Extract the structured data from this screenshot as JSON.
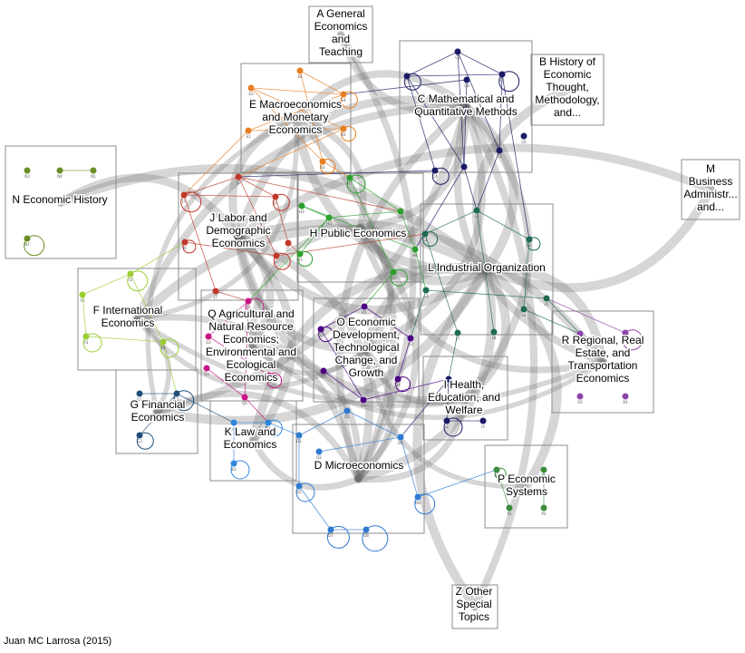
{
  "groups": [
    {
      "id": "A",
      "name": "A General Economics and Teaching",
      "lines": [
        "A General",
        "Economics",
        "and",
        "Teaching"
      ],
      "color": "#d4a017"
    },
    {
      "id": "B",
      "name": "B History of Economic Thought, Methodology, and...",
      "lines": [
        "B History of",
        "Economic",
        "Thought,",
        "Methodology,",
        "and..."
      ],
      "color": "#7a3fbf"
    },
    {
      "id": "C",
      "name": "C Mathematical and Quantitative Methods",
      "lines": [
        "C Mathematical and",
        "Quantitative Methods"
      ],
      "color": "#1a1a66"
    },
    {
      "id": "D",
      "name": "D Microeconomics",
      "lines": [
        "D Microeconomics"
      ],
      "color": "#2e7ad1"
    },
    {
      "id": "E",
      "name": "E Macroeconomics and Monetary Economics",
      "lines": [
        "E Macroeconomics",
        "and Monetary",
        "Economics"
      ],
      "color": "#e67e22"
    },
    {
      "id": "F",
      "name": "F International Economics",
      "lines": [
        "F International",
        "Economics"
      ],
      "color": "#9acd32"
    },
    {
      "id": "G",
      "name": "G Financial Economics",
      "lines": [
        "G Financial",
        "Economics"
      ],
      "color": "#1f4e79"
    },
    {
      "id": "H",
      "name": "H Public Economics",
      "lines": [
        "H Public Economics"
      ],
      "color": "#2ca02c"
    },
    {
      "id": "I",
      "name": "I Health, Education, and Welfare",
      "lines": [
        "I Health,",
        "Education, and",
        "Welfare"
      ],
      "color": "#1a1a66"
    },
    {
      "id": "J",
      "name": "J Labor and Demographic Economics",
      "lines": [
        "J Labor and",
        "Demographic",
        "Economics"
      ],
      "color": "#c0392b"
    },
    {
      "id": "K",
      "name": "K Law and Economics",
      "lines": [
        "K Law and",
        "Economics"
      ],
      "color": "#2e86de"
    },
    {
      "id": "L",
      "name": "L Industrial Organization",
      "lines": [
        "L Industrial Organization"
      ],
      "color": "#1e6b52"
    },
    {
      "id": "M",
      "name": "M Business Administr... and...",
      "lines": [
        "M",
        "Business",
        "Administr...",
        "and..."
      ],
      "color": "#888888"
    },
    {
      "id": "N",
      "name": "N Economic History",
      "lines": [
        "N Economic History"
      ],
      "color": "#6b8e23"
    },
    {
      "id": "O",
      "name": "O Economic Development, Technological Change, and Growth",
      "lines": [
        "O Economic",
        "Development,",
        "Technological",
        "Change, and",
        "Growth"
      ],
      "color": "#4b0082"
    },
    {
      "id": "P",
      "name": "P Economic Systems",
      "lines": [
        "P Economic",
        "Systems"
      ],
      "color": "#3c8d3c"
    },
    {
      "id": "Q",
      "name": "Q Agricultural and Natural Resource Economics; Environmental and Ecological Economics",
      "lines": [
        "Q Agricultural and",
        "Natural Resource",
        "Economics;",
        "Environmental and",
        "Ecological",
        "Economics"
      ],
      "color": "#c71585"
    },
    {
      "id": "R",
      "name": "R Regional, Real Estate, and Transportation Economics",
      "lines": [
        "R Regional, Real",
        "Estate, and",
        "Transportation",
        "Economics"
      ],
      "color": "#8e44ad"
    },
    {
      "id": "Z",
      "name": "Z Other Special Topics",
      "lines": [
        "Z Other",
        "Special",
        "Topics"
      ],
      "color": "#888888"
    }
  ],
  "nodes": [
    {
      "g": "C",
      "id": "C2"
    },
    {
      "g": "C",
      "id": "C7"
    },
    {
      "g": "C",
      "id": "C1"
    },
    {
      "g": "C",
      "id": "C5"
    },
    {
      "g": "C",
      "id": "C4"
    },
    {
      "g": "C",
      "id": "C3"
    },
    {
      "g": "C",
      "id": "C8"
    },
    {
      "g": "C",
      "id": "C6"
    },
    {
      "g": "E",
      "id": "E6"
    },
    {
      "g": "E",
      "id": "E3"
    },
    {
      "g": "E",
      "id": "E4"
    },
    {
      "g": "E",
      "id": "E5"
    },
    {
      "g": "E",
      "id": "E1"
    },
    {
      "g": "E",
      "id": "E2"
    },
    {
      "g": "N",
      "id": "N3"
    },
    {
      "g": "N",
      "id": "N4"
    },
    {
      "g": "N",
      "id": "N1"
    },
    {
      "g": "N",
      "id": "N7"
    },
    {
      "g": "J",
      "id": "J1"
    },
    {
      "g": "J",
      "id": "J3"
    },
    {
      "g": "J",
      "id": "J2"
    },
    {
      "g": "J",
      "id": "J6"
    },
    {
      "g": "J",
      "id": "J4"
    },
    {
      "g": "J",
      "id": "J5"
    },
    {
      "g": "J",
      "id": "J7"
    },
    {
      "g": "H",
      "id": "H1"
    },
    {
      "g": "H",
      "id": "H2"
    },
    {
      "g": "H",
      "id": "H3"
    },
    {
      "g": "H",
      "id": "H4"
    },
    {
      "g": "H",
      "id": "H5"
    },
    {
      "g": "H",
      "id": "H6"
    },
    {
      "g": "H",
      "id": "H7"
    },
    {
      "g": "L",
      "id": "L1"
    },
    {
      "g": "L",
      "id": "L2"
    },
    {
      "g": "L",
      "id": "L3"
    },
    {
      "g": "L",
      "id": "L4"
    },
    {
      "g": "L",
      "id": "L5"
    },
    {
      "g": "L",
      "id": "L6"
    },
    {
      "g": "L",
      "id": "L7"
    },
    {
      "g": "L",
      "id": "L8"
    },
    {
      "g": "F",
      "id": "F1"
    },
    {
      "g": "F",
      "id": "F2"
    },
    {
      "g": "F",
      "id": "F3"
    },
    {
      "g": "F",
      "id": "F4"
    },
    {
      "g": "Q",
      "id": "Q1"
    },
    {
      "g": "Q",
      "id": "Q2"
    },
    {
      "g": "Q",
      "id": "Q3"
    },
    {
      "g": "Q",
      "id": "Q4"
    },
    {
      "g": "Q",
      "id": "Q5"
    },
    {
      "g": "O",
      "id": "O1"
    },
    {
      "g": "O",
      "id": "O2"
    },
    {
      "g": "O",
      "id": "O3"
    },
    {
      "g": "O",
      "id": "O4"
    },
    {
      "g": "O",
      "id": "O5"
    },
    {
      "g": "O",
      "id": "O6"
    },
    {
      "g": "R",
      "id": "R1"
    },
    {
      "g": "R",
      "id": "R2"
    },
    {
      "g": "R",
      "id": "R3"
    },
    {
      "g": "R",
      "id": "R4"
    },
    {
      "g": "G",
      "id": "G1"
    },
    {
      "g": "G",
      "id": "G2"
    },
    {
      "g": "G",
      "id": "G3"
    },
    {
      "g": "I",
      "id": "I1"
    },
    {
      "g": "I",
      "id": "I2"
    },
    {
      "g": "I",
      "id": "I3"
    },
    {
      "g": "K",
      "id": "K1"
    },
    {
      "g": "K",
      "id": "K2"
    },
    {
      "g": "K",
      "id": "K3"
    },
    {
      "g": "D",
      "id": "D1"
    },
    {
      "g": "D",
      "id": "D2"
    },
    {
      "g": "D",
      "id": "D3"
    },
    {
      "g": "D",
      "id": "D4"
    },
    {
      "g": "D",
      "id": "D5"
    },
    {
      "g": "D",
      "id": "D6"
    },
    {
      "g": "D",
      "id": "D7"
    },
    {
      "g": "D",
      "id": "D8"
    },
    {
      "g": "P",
      "id": "P1"
    },
    {
      "g": "P",
      "id": "P2"
    },
    {
      "g": "P",
      "id": "P3"
    },
    {
      "g": "P",
      "id": "P4"
    }
  ],
  "group_links": [
    [
      "C",
      "J"
    ],
    [
      "C",
      "L"
    ],
    [
      "C",
      "D"
    ],
    [
      "C",
      "H"
    ],
    [
      "C",
      "E"
    ],
    [
      "C",
      "O"
    ],
    [
      "C",
      "R"
    ],
    [
      "C",
      "G"
    ],
    [
      "C",
      "F"
    ],
    [
      "C",
      "I"
    ],
    [
      "E",
      "J"
    ],
    [
      "E",
      "H"
    ],
    [
      "E",
      "G"
    ],
    [
      "E",
      "F"
    ],
    [
      "E",
      "L"
    ],
    [
      "E",
      "D"
    ],
    [
      "J",
      "L"
    ],
    [
      "J",
      "D"
    ],
    [
      "J",
      "O"
    ],
    [
      "J",
      "R"
    ],
    [
      "J",
      "I"
    ],
    [
      "J",
      "Q"
    ],
    [
      "J",
      "N"
    ],
    [
      "J",
      "K"
    ],
    [
      "H",
      "L"
    ],
    [
      "H",
      "D"
    ],
    [
      "H",
      "Q"
    ],
    [
      "H",
      "O"
    ],
    [
      "H",
      "R"
    ],
    [
      "L",
      "D"
    ],
    [
      "L",
      "O"
    ],
    [
      "L",
      "R"
    ],
    [
      "L",
      "K"
    ],
    [
      "L",
      "G"
    ],
    [
      "L",
      "F"
    ],
    [
      "L",
      "I"
    ],
    [
      "F",
      "O"
    ],
    [
      "F",
      "D"
    ],
    [
      "F",
      "R"
    ],
    [
      "F",
      "G"
    ],
    [
      "Q",
      "O"
    ],
    [
      "Q",
      "D"
    ],
    [
      "Q",
      "R"
    ],
    [
      "O",
      "D"
    ],
    [
      "O",
      "I"
    ],
    [
      "G",
      "D"
    ],
    [
      "K",
      "D"
    ],
    [
      "I",
      "D"
    ],
    [
      "A",
      "C"
    ],
    [
      "A",
      "D"
    ],
    [
      "B",
      "L"
    ],
    [
      "M",
      "L"
    ],
    [
      "M",
      "J"
    ],
    [
      "N",
      "L"
    ],
    [
      "Z",
      "C"
    ],
    [
      "Z",
      "L"
    ],
    [
      "P",
      "L"
    ],
    [
      "P",
      "O"
    ]
  ],
  "credit": "Juan MC Larrosa (2015)"
}
